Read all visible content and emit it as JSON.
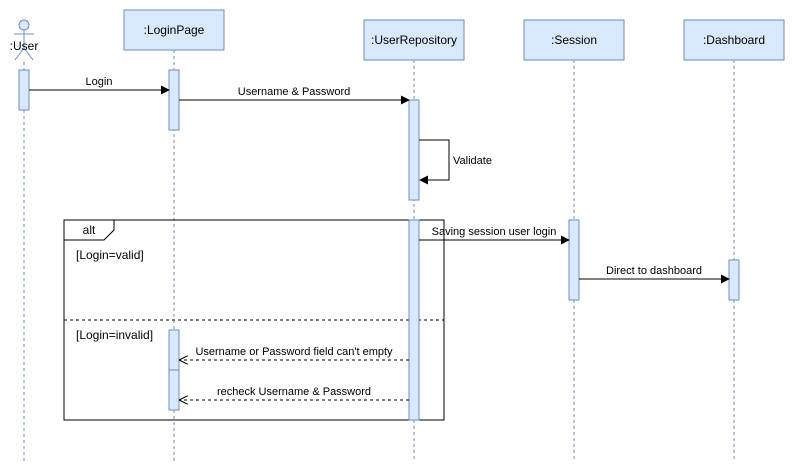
{
  "colors": {
    "box_fill": "#dae8fc",
    "box_stroke": "#6c8ebf",
    "line": "#000000",
    "background": "#ffffff"
  },
  "participants": {
    "user": ":User",
    "login_page": ":LoginPage",
    "user_repository": ":UserRepository",
    "session": ":Session",
    "dashboard": ":Dashboard"
  },
  "messages": {
    "login": "Login",
    "username_password": "Username & Password",
    "validate": "Validate",
    "saving_session": "Saving session user login",
    "direct_dashboard": "Direct to dashboard",
    "field_cant_empty": "Username or Password field can't empty",
    "recheck": "recheck Username & Password"
  },
  "fragment": {
    "operator": "alt",
    "guard_valid": "[Login=valid]",
    "guard_invalid": "[Login=invalid]"
  }
}
